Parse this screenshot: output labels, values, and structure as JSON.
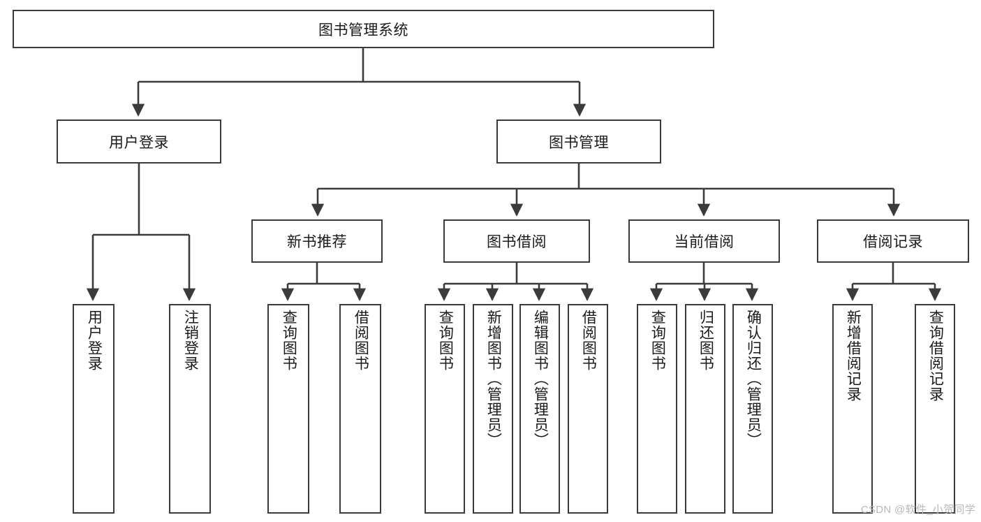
{
  "diagram": {
    "type": "tree",
    "title": "图书管理系统",
    "watermark": "CSDN @软件_小贺同学",
    "colors": {
      "box_border": "#3b3b3b",
      "box_fill": "#ffffff",
      "connector": "#3b3b3b",
      "text": "#1a1a1a",
      "watermark": "#b9b9b9",
      "background": "#ffffff"
    },
    "nodes": {
      "root": {
        "label": "图书管理系统",
        "level": 1,
        "orientation": "horizontal"
      },
      "user_login": {
        "label": "用户登录",
        "level": 2,
        "orientation": "horizontal"
      },
      "book_manage": {
        "label": "图书管理",
        "level": 2,
        "orientation": "horizontal"
      },
      "new_book_rec": {
        "label": "新书推荐",
        "level": 3,
        "orientation": "horizontal"
      },
      "book_borrow": {
        "label": "图书借阅",
        "level": 3,
        "orientation": "horizontal"
      },
      "current_borrow": {
        "label": "当前借阅",
        "level": 3,
        "orientation": "horizontal"
      },
      "borrow_record": {
        "label": "借阅记录",
        "level": 3,
        "orientation": "horizontal"
      },
      "leaf_user_login": {
        "label": "用户登录",
        "level": 4,
        "orientation": "vertical"
      },
      "leaf_logout": {
        "label": "注销登录",
        "level": 4,
        "orientation": "vertical"
      },
      "leaf_query_book_1": {
        "label": "查询图书",
        "level": 4,
        "orientation": "vertical"
      },
      "leaf_borrow_book_1": {
        "label": "借阅图书",
        "level": 4,
        "orientation": "vertical"
      },
      "leaf_query_book_2": {
        "label": "查询图书",
        "level": 4,
        "orientation": "vertical"
      },
      "leaf_add_book": {
        "label": "新增图书（管理员）",
        "level": 4,
        "orientation": "vertical"
      },
      "leaf_edit_book": {
        "label": "编辑图书（管理员）",
        "level": 4,
        "orientation": "vertical"
      },
      "leaf_borrow_book_2": {
        "label": "借阅图书",
        "level": 4,
        "orientation": "vertical"
      },
      "leaf_query_book_3": {
        "label": "查询图书",
        "level": 4,
        "orientation": "vertical"
      },
      "leaf_return_book": {
        "label": "归还图书",
        "level": 4,
        "orientation": "vertical"
      },
      "leaf_confirm_return": {
        "label": "确认归还（管理员）",
        "level": 4,
        "orientation": "vertical"
      },
      "leaf_add_record": {
        "label": "新增借阅记录",
        "level": 4,
        "orientation": "vertical"
      },
      "leaf_query_record": {
        "label": "查询借阅记录",
        "level": 4,
        "orientation": "vertical"
      }
    },
    "edges": [
      {
        "from": "root",
        "to": "user_login"
      },
      {
        "from": "root",
        "to": "book_manage"
      },
      {
        "from": "book_manage",
        "to": "new_book_rec"
      },
      {
        "from": "book_manage",
        "to": "book_borrow"
      },
      {
        "from": "book_manage",
        "to": "current_borrow"
      },
      {
        "from": "book_manage",
        "to": "borrow_record"
      },
      {
        "from": "user_login",
        "to": "leaf_user_login"
      },
      {
        "from": "user_login",
        "to": "leaf_logout"
      },
      {
        "from": "new_book_rec",
        "to": "leaf_query_book_1"
      },
      {
        "from": "new_book_rec",
        "to": "leaf_borrow_book_1"
      },
      {
        "from": "book_borrow",
        "to": "leaf_query_book_2"
      },
      {
        "from": "book_borrow",
        "to": "leaf_add_book"
      },
      {
        "from": "book_borrow",
        "to": "leaf_edit_book"
      },
      {
        "from": "book_borrow",
        "to": "leaf_borrow_book_2"
      },
      {
        "from": "current_borrow",
        "to": "leaf_query_book_3"
      },
      {
        "from": "current_borrow",
        "to": "leaf_return_book"
      },
      {
        "from": "current_borrow",
        "to": "leaf_confirm_return"
      },
      {
        "from": "borrow_record",
        "to": "leaf_add_record"
      },
      {
        "from": "borrow_record",
        "to": "leaf_query_record"
      }
    ]
  }
}
